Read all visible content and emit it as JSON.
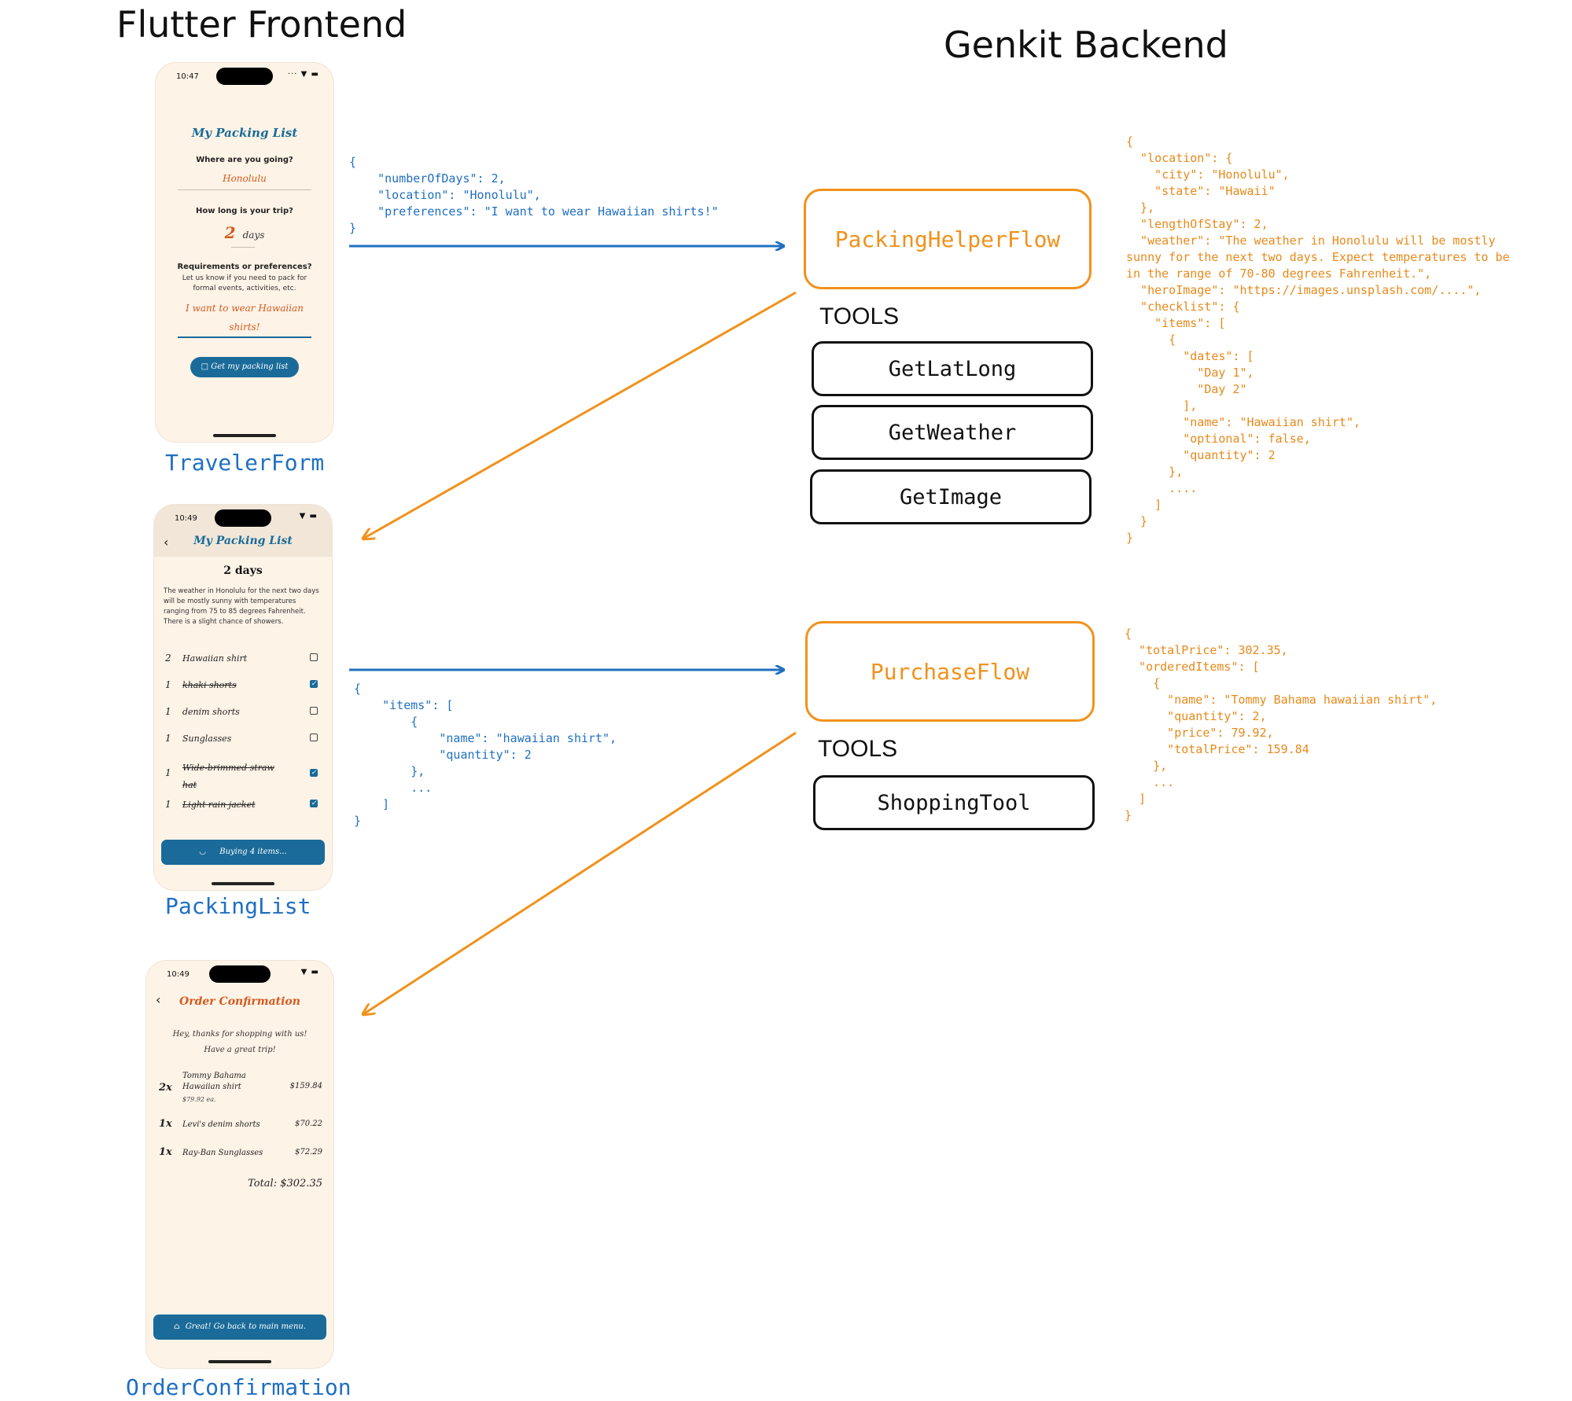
{
  "headings": {
    "frontend": "Flutter Frontend",
    "backend": "Genkit Backend"
  },
  "captions": {
    "traveler_form": "TravelerForm",
    "packing_list": "PackingList",
    "order_confirmation": "OrderConfirmation"
  },
  "traveler_form": {
    "time": "10:47",
    "status_icons": "··· ▼ ▬",
    "title": "My Packing List",
    "where_label": "Where are you going?",
    "where_value": "Honolulu",
    "length_label": "How long is your trip?",
    "length_value": "2",
    "length_unit": "days",
    "req_label": "Requirements or preferences?",
    "req_help": "Let us know if you need to pack for formal events, activities, etc.",
    "req_value": "I want to wear Hawaiian shirts!",
    "button": "Get my packing list"
  },
  "packing_list": {
    "time": "10:49",
    "status_icons": "▼ ▬",
    "title": "My Packing List",
    "heading": "2 days",
    "description": "The weather in Honolulu for the next two days will be mostly sunny with temperatures ranging from 75 to 85 degrees Fahrenheit. There is a slight chance of showers.",
    "items": [
      {
        "qty": "2",
        "name": "Hawaiian shirt",
        "checked": false
      },
      {
        "qty": "1",
        "name": "khaki shorts",
        "checked": true
      },
      {
        "qty": "1",
        "name": "denim shorts",
        "checked": false
      },
      {
        "qty": "1",
        "name": "Sunglasses",
        "checked": false
      },
      {
        "qty": "1",
        "name": "Wide-brimmed straw hat",
        "checked": true
      },
      {
        "qty": "1",
        "name": "Light rain jacket",
        "checked": true
      }
    ],
    "button": "Buying 4 items..."
  },
  "order_confirmation": {
    "time": "10:49",
    "status_icons": "▼ ▬",
    "title": "Order Confirmation",
    "thanks_line1": "Hey, thanks for shopping with us!",
    "thanks_line2": "Have a great trip!",
    "items": [
      {
        "qty": "2x",
        "name": "Tommy Bahama Hawaiian shirt",
        "each": "$79.92 ea.",
        "price": "$159.84"
      },
      {
        "qty": "1x",
        "name": "Levi's denim shorts",
        "each": "",
        "price": "$70.22"
      },
      {
        "qty": "1x",
        "name": "Ray-Ban Sunglasses",
        "each": "",
        "price": "$72.29"
      }
    ],
    "total": "Total: $302.35",
    "button": "Great! Go back to main menu."
  },
  "flows": {
    "packing_helper": "PackingHelperFlow",
    "purchase": "PurchaseFlow"
  },
  "tools_label": "TOOLS",
  "tools": {
    "get_lat_long": "GetLatLong",
    "get_weather": "GetWeather",
    "get_image": "GetImage",
    "shopping": "ShoppingTool"
  },
  "code": {
    "packing_request": "{\n    \"numberOfDays\": 2,\n    \"location\": \"Honolulu\",\n    \"preferences\": \"I want to wear Hawaiian shirts!\"\n}",
    "packing_response": "{\n  \"location\": {\n    \"city\": \"Honolulu\",\n    \"state\": \"Hawaii\"\n  },\n  \"lengthOfStay\": 2,\n  \"weather\": \"The weather in Honolulu will be mostly\nsunny for the next two days. Expect temperatures to be\nin the range of 70-80 degrees Fahrenheit.\",\n  \"heroImage\": \"https://images.unsplash.com/....\",\n  \"checklist\": {\n    \"items\": [\n      {\n        \"dates\": [\n          \"Day 1\",\n          \"Day 2\"\n        ],\n        \"name\": \"Hawaiian shirt\",\n        \"optional\": false,\n        \"quantity\": 2\n      },\n      ....\n    ]\n  }\n}",
    "purchase_request": "{\n    \"items\": [\n        {\n            \"name\": \"hawaiian shirt\",\n            \"quantity\": 2\n        },\n        ...\n    ]\n}",
    "purchase_response": "{\n  \"totalPrice\": 302.35,\n  \"orderedItems\": [\n    {\n      \"name\": \"Tommy Bahama hawaiian shirt\",\n      \"quantity\": 2,\n      \"price\": 79.92,\n      \"totalPrice\": 159.84\n    },\n    ...\n  ]\n}"
  },
  "colors": {
    "request_arrow": "#1f6fc2",
    "response_arrow": "#f0921c",
    "app_blue": "#1a6b99",
    "app_orange": "#d65a1e",
    "phone_bg": "#fdf3e7"
  }
}
